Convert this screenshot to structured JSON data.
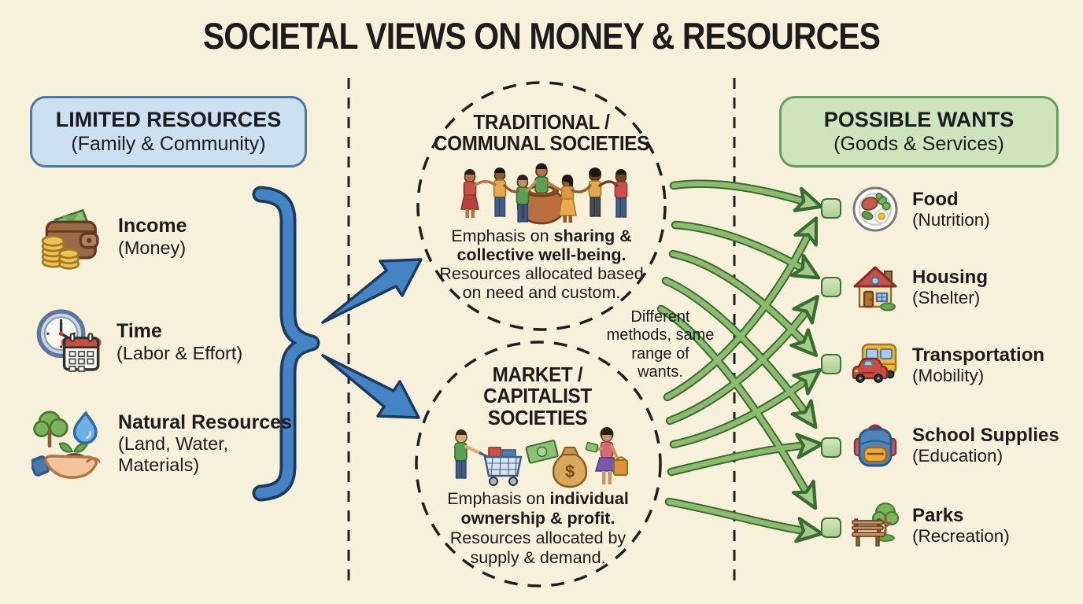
{
  "title": "SOCIETAL VIEWS ON MONEY & RESOURCES",
  "left_panel": {
    "header": {
      "title": "LIMITED RESOURCES",
      "subtitle": "(Family & Community)"
    },
    "items": [
      {
        "label": "Income",
        "sublabel": "(Money)",
        "icon": "wallet-coins-icon"
      },
      {
        "label": "Time",
        "sublabel": "(Labor & Effort)",
        "icon": "clock-calendar-icon"
      },
      {
        "label": "Natural Resources",
        "sublabel": "(Land, Water, Materials)",
        "icon": "hand-plant-droplet-icon"
      }
    ]
  },
  "center_panel": {
    "traditional": {
      "title_lines": [
        "TRADITIONAL /",
        "COMMUNAL SOCIETIES"
      ],
      "description_lines": [
        [
          {
            "t": "Emphasis on "
          },
          {
            "t": "sharing &",
            "b": true
          }
        ],
        [
          {
            "t": "collective well-being.",
            "b": true
          }
        ],
        [
          {
            "t": "Resources allocated based"
          }
        ],
        [
          {
            "t": "on need and custom."
          }
        ]
      ],
      "illustration": "people-holding-hands-around-pot"
    },
    "market": {
      "title_lines": [
        "MARKET /",
        "CAPITALIST",
        "SOCIETIES"
      ],
      "description_lines": [
        [
          {
            "t": "Emphasis on "
          },
          {
            "t": "individual",
            "b": true
          }
        ],
        [
          {
            "t": "ownership & profit.",
            "b": true
          }
        ],
        [
          {
            "t": "Resources allocated by"
          }
        ],
        [
          {
            "t": "supply & demand."
          }
        ]
      ],
      "illustration": "shoppers-cart-money-bag-scene"
    },
    "note_lines": [
      "Different",
      "methods, same",
      "range of",
      "wants."
    ]
  },
  "right_panel": {
    "header": {
      "title": "POSSIBLE WANTS",
      "subtitle": "(Goods & Services)"
    },
    "items": [
      {
        "label": "Food",
        "sublabel": "(Nutrition)",
        "icon": "meal-plate-icon"
      },
      {
        "label": "Housing",
        "sublabel": "(Shelter)",
        "icon": "house-icon"
      },
      {
        "label": "Transportation",
        "sublabel": "(Mobility)",
        "icon": "bus-car-icon"
      },
      {
        "label": "School Supplies",
        "sublabel": "(Education)",
        "icon": "backpack-icon"
      },
      {
        "label": "Parks",
        "sublabel": "(Recreation)",
        "icon": "bench-tree-icon"
      }
    ]
  },
  "colors": {
    "background": "#f7f0da",
    "text": "#1c1c1c",
    "header_blue_fill": "#cbe0f1",
    "header_blue_border": "#54769b",
    "header_green_fill": "#cde4bd",
    "header_green_border": "#6c9a5e",
    "connector_blue": "#4584c4",
    "connector_blue_outline": "#1c3a5e",
    "arrow_green": "#8dbb70",
    "arrow_green_outline": "#3a6b31",
    "arrow_green_head": "#a6cc8a",
    "checkbox_green_fill": "#c2dcae",
    "checkbox_green_border": "#3f7137"
  }
}
